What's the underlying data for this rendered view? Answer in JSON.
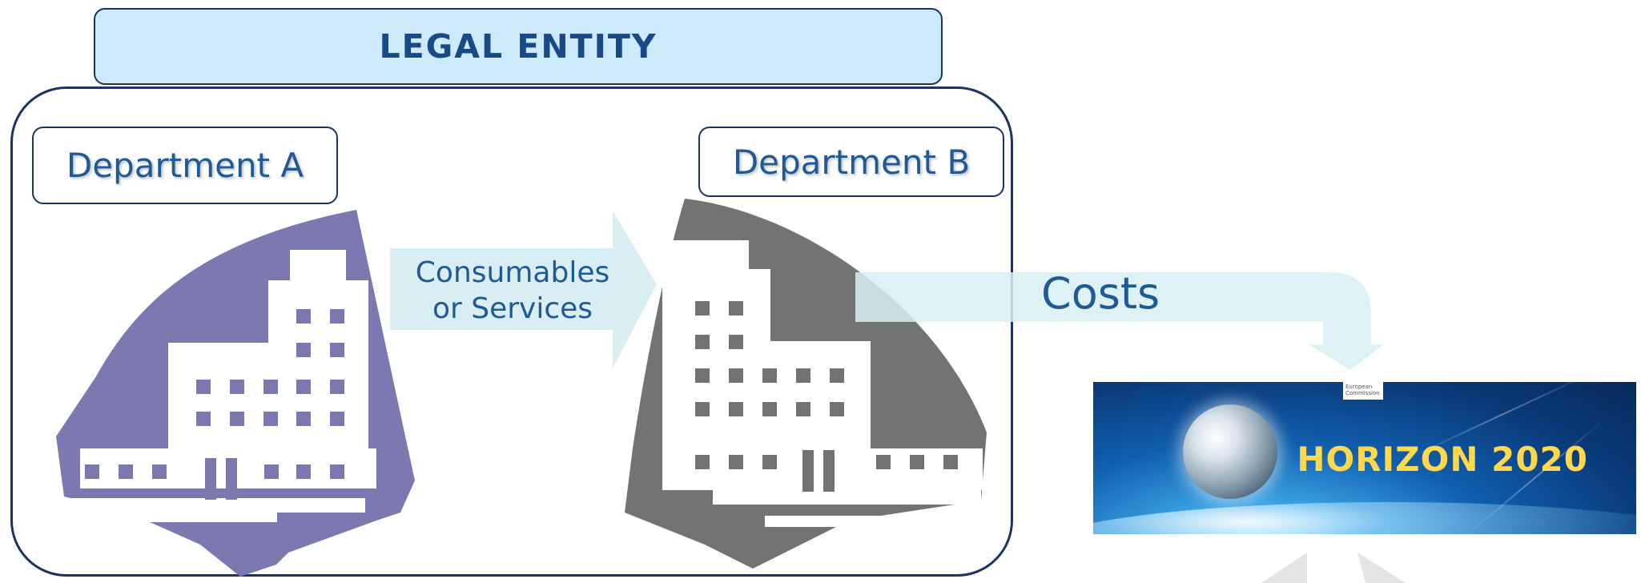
{
  "header": {
    "title": "LEGAL ENTITY"
  },
  "departments": [
    {
      "label": "Department A",
      "color": "#7b79b0"
    },
    {
      "label": "Department B",
      "color": "#737373"
    }
  ],
  "flows": {
    "internal_line1": "Consumables",
    "internal_line2": "or Services",
    "costs": "Costs"
  },
  "banner": {
    "title": "HORIZON 2020",
    "badge_line1": "European",
    "badge_line2": "Commission"
  },
  "colors": {
    "border": "#1f3264",
    "header_fill": "#cdeafb",
    "text": "#1e5a96",
    "arrow_fill": "#d8eef2",
    "banner_title": "#ffd84d"
  }
}
